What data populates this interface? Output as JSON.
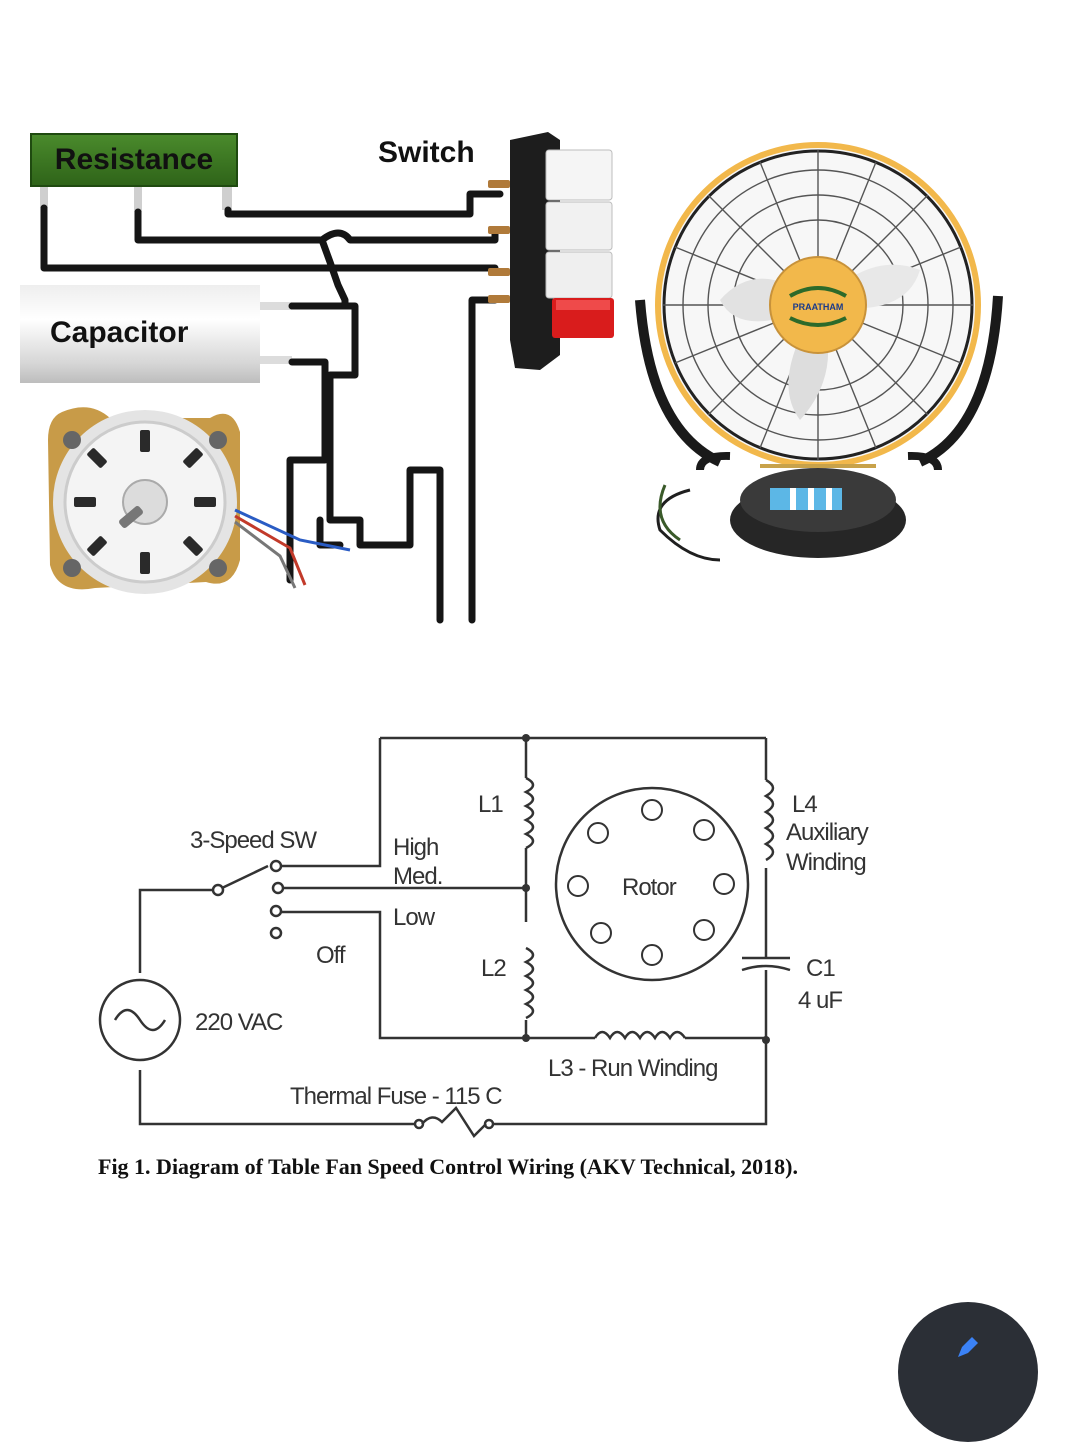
{
  "wiring": {
    "resistance_label": "Resistance",
    "switch_label": "Switch",
    "capacitor_label": "Capacitor",
    "fan_brand": "PRAATHAM"
  },
  "schematic": {
    "switch_label": "3-Speed SW",
    "high": "High",
    "med": "Med.",
    "low": "Low",
    "off": "Off",
    "source": "220 VAC",
    "l1": "L1",
    "l2": "L2",
    "l4": "L4",
    "aux_line1": "Auxiliary",
    "aux_line2": "Winding",
    "rotor": "Rotor",
    "c1": "C1",
    "c1_value": "4 uF",
    "l3": "L3 - Run Winding",
    "fuse": "Thermal Fuse - 115 C"
  },
  "caption": "Fig 1. Diagram of Table Fan Speed Control Wiring (AKV Technical, 2018).",
  "colors": {
    "resistance_bg": "#3f7d24",
    "switch_red": "#d91c1c",
    "fan_yellow": "#f2b84b",
    "fab": "#2b2f36",
    "fab_icon": "#3b82f6"
  }
}
